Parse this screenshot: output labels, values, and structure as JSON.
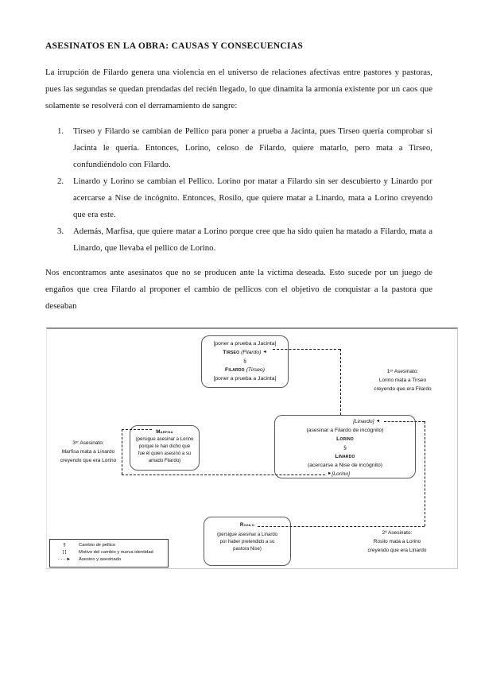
{
  "document": {
    "title": "ASESINATOS EN LA OBRA: CAUSAS Y CONSECUENCIAS",
    "intro": "La irrupción de Filardo genera una violencia en el universo de relaciones afectivas entre pastores y pastoras, pues las segundas se quedan prendadas del recién llegado, lo que dinamita la armonía existente por un caos que solamente se resolverá con el derramamiento de sangre:",
    "list_items": [
      {
        "num": "1.",
        "text": "Tirseo y Filardo se cambian de Pellico para poner a prueba a Jacinta, pues Tirseo quería comprobar si Jacinta le quería. Entonces, Lorino, celoso de Filardo, quiere matarlo, pero mata a Tirseo, confundiéndolo con Filardo."
      },
      {
        "num": "2.",
        "text": "Linardo y Lorino se cambian el Pellico. Lorino por matar a Filardo sin ser descubierto y Linardo por acercarse a Nise de incógnito. Entonces, Rosilo, que quiere matar a Linardo, mata a Lorino creyendo que era este."
      },
      {
        "num": "3.",
        "text": "Además, Marfisa, que quiere matar a Lorino porque cree que ha sido quien ha matado a Filardo, mata a Linardo, que llevaba el pellico de Lorino."
      }
    ],
    "closing": "Nos encontramos ante asesinatos que no se producen ante la víctima deseada. Esto sucede por un juego de engaños que crea Filardo al proponer el cambio de pellicos con el objetivo de conquistar a la pastora que deseaban"
  },
  "diagram": {
    "boxes": {
      "tirseo": {
        "motive_top": "[poner a prueba a Jacinta]",
        "name1": "Tirseo",
        "alias1": "(Filardo)",
        "swap": "§",
        "name2": "Filardo",
        "alias2": "(Tirseo)",
        "motive_bottom": "[poner a prueba a Jacinta]"
      },
      "marfisa": {
        "name": "Marfisa",
        "desc1": "(persigue asesinar a Lorino",
        "desc2": "porque le han dicho que",
        "desc3": "fue él quien asesinó a su",
        "desc4": "amado Filardo)"
      },
      "lorino": {
        "alias_top": "[Linardo]",
        "motive1": "(asesinar a Filardo de incógnito)",
        "name1": "Lorino",
        "swap": "§",
        "name2": "Linardo",
        "motive2": "(acercarse a Nise de incógnito)",
        "alias_bottom": "[Lorino]"
      },
      "rosilo": {
        "name": "Rosilo",
        "desc1": "(persigue asesinar a Linardo",
        "desc2": "por haber pretendido a su",
        "desc3": "pastora Nise)"
      }
    },
    "labels": {
      "murder1": {
        "title": "1ᵉʳ Asesinato:",
        "line2": "Lorino mata a Tirseo",
        "line3": "creyendo que era Filardo"
      },
      "murder2": {
        "title": "2º Asesinato:",
        "line2": "Rosilo mata a Lorino",
        "line3": "creyendo que era Linardo"
      },
      "murder3": {
        "title": "3ᵉʳ Asesinato:",
        "line2": "Marfisa mata a Linardo",
        "line3": "creyendo que era Lorino"
      }
    },
    "legend": {
      "rows": [
        {
          "symbol": "§",
          "label": "Cambio de pellico"
        },
        {
          "symbol": "[ ]",
          "label": "Motivo del cambio y nueva identidad"
        },
        {
          "symbol": "- - - ►",
          "label": "Asesino y asesinado"
        }
      ]
    },
    "icons": {
      "arrow_left": "◄",
      "arrow_right": "►"
    }
  }
}
